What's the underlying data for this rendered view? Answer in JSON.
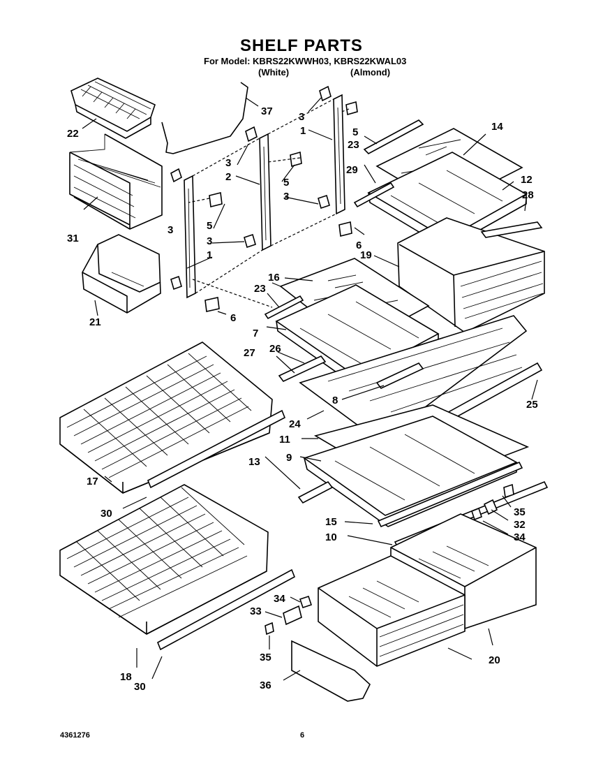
{
  "header": {
    "title": "SHELF PARTS",
    "model_line": "For Model: KBRS22KWWH03, KBRS22KWAL03",
    "variant_white": "(White)",
    "variant_almond": "(Almond)"
  },
  "footer": {
    "doc_number": "4361276",
    "page_number": "6"
  },
  "parts": {
    "p1a": "1",
    "p1b": "1",
    "p2": "2",
    "p3a": "3",
    "p3b": "3",
    "p3c": "3",
    "p3d": "3",
    "p3e": "3",
    "p5a": "5",
    "p5b": "5",
    "p5c": "5",
    "p6a": "6",
    "p6b": "6",
    "p7": "7",
    "p8": "8",
    "p9": "9",
    "p10": "10",
    "p11": "11",
    "p12": "12",
    "p13": "13",
    "p14": "14",
    "p15": "15",
    "p16": "16",
    "p17": "17",
    "p18": "18",
    "p19": "19",
    "p20": "20",
    "p21": "21",
    "p22": "22",
    "p23a": "23",
    "p23b": "23",
    "p24": "24",
    "p25": "25",
    "p26": "26",
    "p27": "27",
    "p28": "28",
    "p29": "29",
    "p30a": "30",
    "p30b": "30",
    "p31": "31",
    "p32": "32",
    "p33": "33",
    "p34a": "34",
    "p34b": "34",
    "p35a": "35",
    "p35b": "35",
    "p36": "36",
    "p37": "37"
  }
}
